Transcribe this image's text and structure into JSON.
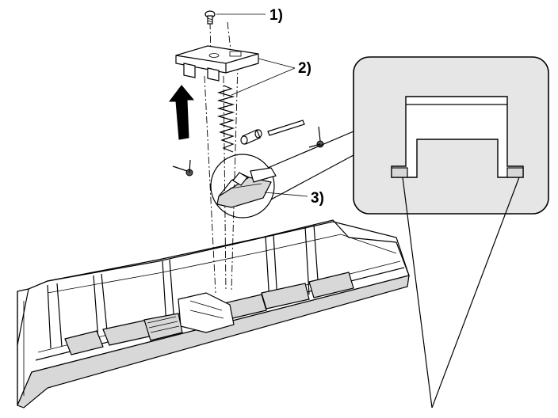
{
  "callouts": [
    {
      "id": "screw",
      "label": "1)"
    },
    {
      "id": "bracket-spring",
      "label": "2)"
    },
    {
      "id": "lever",
      "label": "3)"
    }
  ],
  "colors": {
    "line": "#000000",
    "background": "#ffffff",
    "part_fill": "#d8d8d8",
    "detail_frame_fill": "#e6e6e6"
  },
  "icons": {
    "arrow": "up-arrow-icon"
  }
}
